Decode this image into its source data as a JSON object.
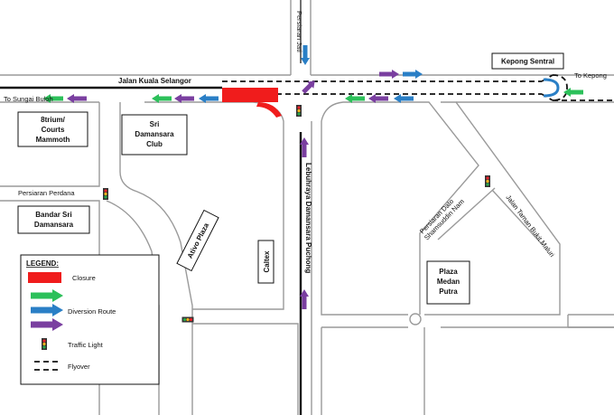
{
  "colors": {
    "closure": "#f01c1c",
    "green": "#2cc05a",
    "blue": "#2a7fc6",
    "purple": "#7a3fa0",
    "road": "#9a9a9a",
    "ink": "#111111",
    "light_red": "#e8232a",
    "light_amber": "#f2b31c",
    "light_green": "#2aa84a"
  },
  "roads": {
    "main": "Jalan Kuala Selangor",
    "north": "Persiaran Jati",
    "southbound": "Lebuhraya Damansara Puchong",
    "west_street": "Persiaran Perdana",
    "dato": [
      "Persiaran Dato",
      "Shamsuddin Nam"
    ],
    "taman": "Jalan Taman Bukit Maluri"
  },
  "directions": {
    "west": "To Sungai Buloh",
    "east": "To Kepong"
  },
  "places": {
    "kepong_sentral": "Kepong Sentral",
    "btrium": [
      "8trium/",
      "Courts",
      "Mammoth"
    ],
    "sri_damansara": [
      "Sri",
      "Damansara",
      "Club"
    ],
    "bandar": [
      "Bandar Sri",
      "Damansara"
    ],
    "ativo": "Ativo Plaza",
    "caltex": "Caltex",
    "plaza": [
      "Plaza",
      "Medan",
      "Putra"
    ]
  },
  "legend": {
    "title": "LEGEND:",
    "items": [
      {
        "label": "Closure",
        "symbol": "closure"
      },
      {
        "label": "",
        "symbol": "green-arrow"
      },
      {
        "label": "Diversion Route",
        "symbol": "blue-arrow"
      },
      {
        "label": "",
        "symbol": "purple-arrow"
      },
      {
        "label": "Traffic Light",
        "symbol": "traffic-light-icon"
      },
      {
        "label": "Flyover",
        "symbol": "flyover-dashes"
      }
    ]
  }
}
